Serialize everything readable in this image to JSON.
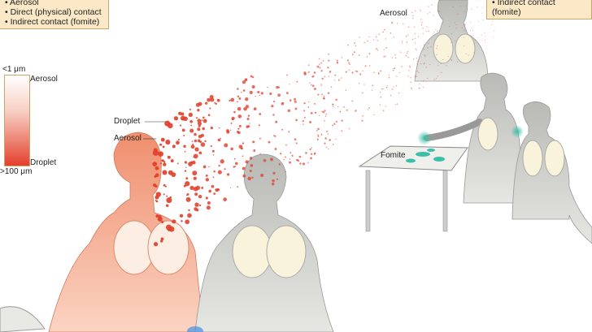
{
  "legend_left": {
    "items": [
      "• Aerosol",
      "• Direct (physical) contact",
      "• Indirect contact (fomite)"
    ]
  },
  "legend_right": {
    "items": [
      "• Indirect contact (fomite)"
    ]
  },
  "size_scale": {
    "top": "<1 μm",
    "bottom": ">100 μm",
    "top_label": "Aerosol",
    "bottom_label": "Droplet"
  },
  "annotations": {
    "droplet": "Droplet",
    "aerosol_left": "Aerosol",
    "aerosol_top": "Aerosol",
    "fomite": "Fomite"
  },
  "colors": {
    "droplet": "#e0402c",
    "infected": "#f2a485",
    "healthy": "#c9c9c5",
    "fomite": "#3cbfa8",
    "legend_bg": "#fbe8c6"
  }
}
